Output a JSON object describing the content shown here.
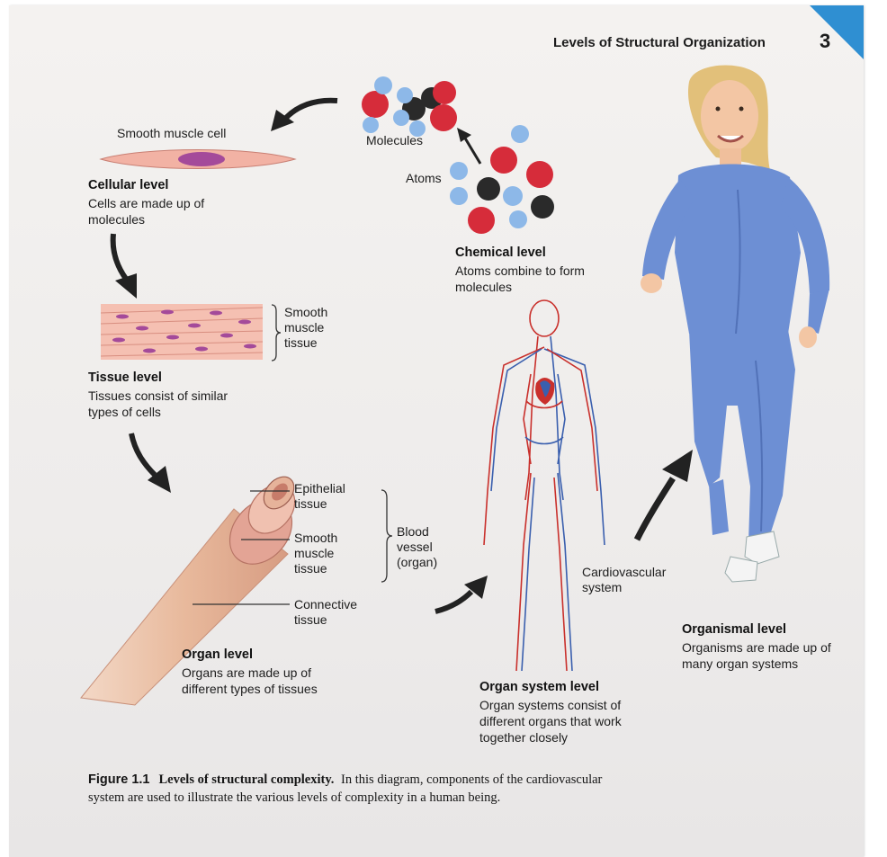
{
  "header": {
    "title": "Levels of Structural Organization",
    "page_number": "3"
  },
  "labels": {
    "smooth_muscle_cell": "Smooth muscle cell",
    "molecules": "Molecules",
    "atoms": "Atoms",
    "smooth_muscle_tissue": "Smooth muscle tissue",
    "epithelial_tissue": "Epithelial tissue",
    "smooth_muscle_tissue_2": "Smooth muscle tissue",
    "connective_tissue": "Connective tissue",
    "blood_vessel": "Blood vessel (organ)",
    "cardiovascular_system": "Cardiovascular system"
  },
  "levels": {
    "chemical": {
      "title": "Chemical level",
      "desc": "Atoms combine to form molecules"
    },
    "cellular": {
      "title": "Cellular level",
      "desc": "Cells are made up of molecules"
    },
    "tissue": {
      "title": "Tissue level",
      "desc": "Tissues consist of similar types of cells"
    },
    "organ": {
      "title": "Organ level",
      "desc": "Organs are made up of different types of tissues"
    },
    "organ_system": {
      "title": "Organ system level",
      "desc": "Organ systems consist of different organs that work together closely"
    },
    "organismal": {
      "title": "Organismal level",
      "desc": "Organisms are made up of many organ systems"
    }
  },
  "caption": {
    "figure": "Figure 1.1",
    "title": "Levels of structural complexity.",
    "text": "In this diagram, components of the cardiovascular system are used to illustrate the various levels of complexity in a human being."
  },
  "colors": {
    "atom_red": "#d62c3a",
    "atom_blue": "#8db8e8",
    "atom_black": "#2a2a2a",
    "muscle_pink": "#f2b2a4",
    "nucleus_purple": "#a44a9a",
    "sweatsuit_blue": "#6d8fd4",
    "corner_blue": "#2f8fd2"
  }
}
